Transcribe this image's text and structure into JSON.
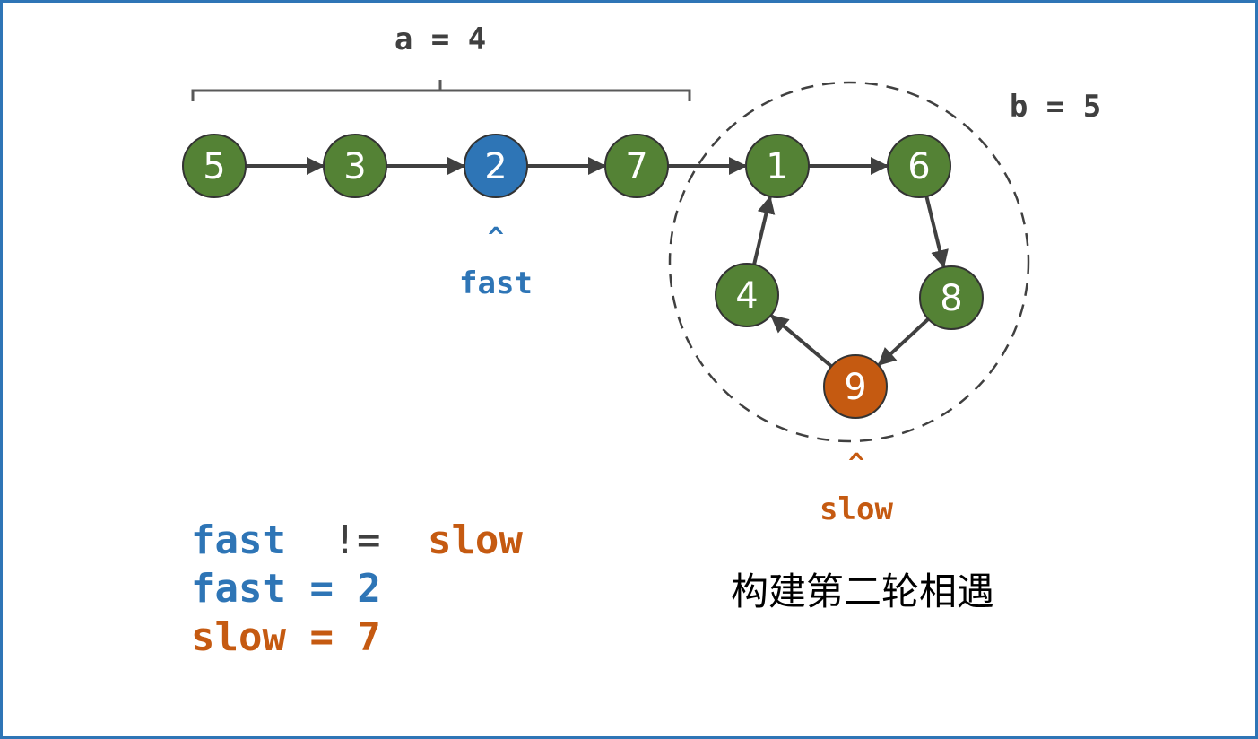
{
  "colors": {
    "green": "#548235",
    "blue": "#2e75b6",
    "orange": "#c55a11",
    "dark": "#404040",
    "frame": "#2e75b6"
  },
  "labels": {
    "a": "a = 4",
    "b": "b = 5",
    "caret": "^",
    "fast": "fast",
    "slow": "slow",
    "caption": "构建第二轮相遇"
  },
  "status": {
    "line1_fast": "fast",
    "line1_op": "!=",
    "line1_slow": "slow",
    "line2": "fast = 2",
    "line3": "slow = 7"
  },
  "nodes": [
    {
      "id": "n5",
      "value": "5",
      "state": "normal"
    },
    {
      "id": "n3",
      "value": "3",
      "state": "normal"
    },
    {
      "id": "n2",
      "value": "2",
      "state": "fast"
    },
    {
      "id": "n7",
      "value": "7",
      "state": "normal"
    },
    {
      "id": "n1",
      "value": "1",
      "state": "normal"
    },
    {
      "id": "n6",
      "value": "6",
      "state": "normal"
    },
    {
      "id": "n8",
      "value": "8",
      "state": "normal"
    },
    {
      "id": "n9",
      "value": "9",
      "state": "slow"
    },
    {
      "id": "n4",
      "value": "4",
      "state": "normal"
    }
  ],
  "edges": [
    [
      "n5",
      "n3"
    ],
    [
      "n3",
      "n2"
    ],
    [
      "n2",
      "n7"
    ],
    [
      "n7",
      "n1"
    ],
    [
      "n1",
      "n6"
    ],
    [
      "n6",
      "n8"
    ],
    [
      "n8",
      "n9"
    ],
    [
      "n9",
      "n4"
    ],
    [
      "n4",
      "n1"
    ]
  ]
}
